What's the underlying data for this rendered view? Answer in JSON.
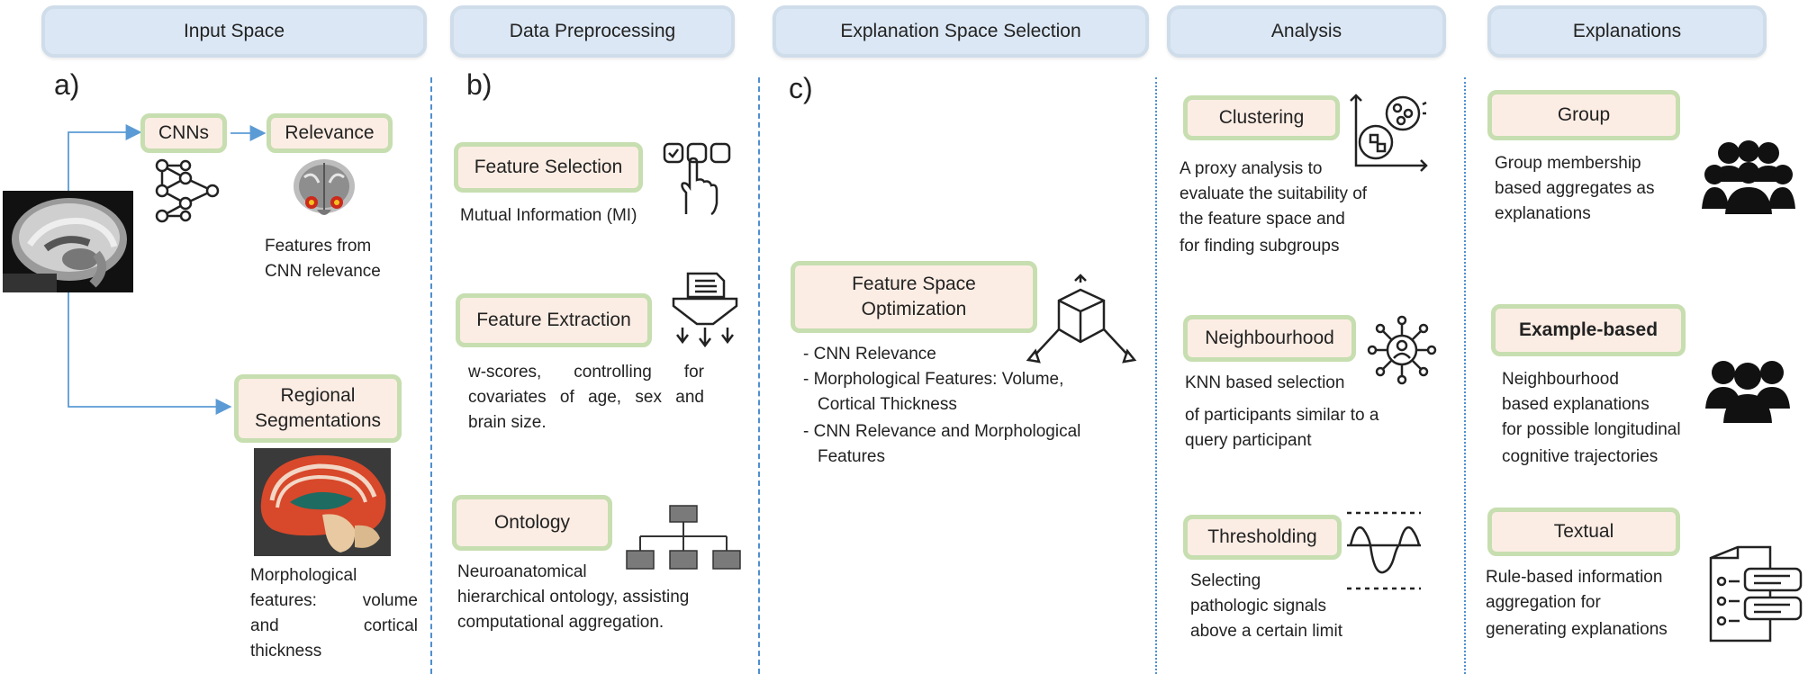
{
  "headers": {
    "input_space": "Input Space",
    "data_preprocessing": "Data Preprocessing",
    "explanation_space_selection": "Explanation Space Selection",
    "analysis": "Analysis",
    "explanations": "Explanations"
  },
  "panel_labels": {
    "a": "a)",
    "b": "b)",
    "c": "c)"
  },
  "input_space": {
    "cnns": "CNNs",
    "relevance": "Relevance",
    "relevance_caption_1": "Features from",
    "relevance_caption_2": "CNN relevance",
    "regional_1": "Regional",
    "regional_2": "Segmentations",
    "morph_1": "Morphological",
    "morph_2a": "features:",
    "morph_2b": "volume",
    "morph_3a": "and",
    "morph_3b": "cortical",
    "morph_4": "thickness"
  },
  "preprocessing": {
    "feature_selection": "Feature Selection",
    "feature_selection_desc": "Mutual Information (MI)",
    "feature_extraction": "Feature Extraction",
    "feature_extraction_desc_1": "w-scores, controlling for",
    "feature_extraction_desc_2": "covariates of age, sex and",
    "feature_extraction_desc_3": "brain size.",
    "ontology": "Ontology",
    "ontology_desc_1": "Neuroanatomical",
    "ontology_desc_2": "hierarchical ontology, assisting",
    "ontology_desc_3": "computational aggregation."
  },
  "explanation_space": {
    "box_1": "Feature Space",
    "box_2": "Optimization",
    "list_1": "- CNN Relevance",
    "list_2": "- Morphological Features: Volume,",
    "list_2b": "Cortical Thickness",
    "list_3": "- CNN Relevance and Morphological",
    "list_3b": "Features"
  },
  "analysis": {
    "clustering": "Clustering",
    "clustering_desc_1": "A proxy analysis to",
    "clustering_desc_2": "evaluate the suitability of",
    "clustering_desc_3": "the feature space and",
    "clustering_desc_4": "for finding subgroups",
    "neighbourhood": "Neighbourhood",
    "neighbourhood_desc_1": "KNN based selection",
    "neighbourhood_desc_2": "of participants similar to a",
    "neighbourhood_desc_3": "query participant",
    "thresholding": "Thresholding",
    "thresholding_desc_1": "Selecting",
    "thresholding_desc_2": "pathologic signals",
    "thresholding_desc_3": "above a certain limit"
  },
  "explanations": {
    "group": "Group",
    "group_desc_1": "Group membership",
    "group_desc_2": "based aggregates as",
    "group_desc_3": "explanations",
    "example": "Example-based",
    "example_desc_1": "Neighbourhood",
    "example_desc_2": "based explanations",
    "example_desc_3": "for possible longitudinal",
    "example_desc_4": "cognitive trajectories",
    "textual": "Textual",
    "textual_desc_1": "Rule-based information",
    "textual_desc_2": "aggregation for",
    "textual_desc_3": "generating explanations"
  },
  "colors": {
    "header_fill": "#dbe7f4",
    "box_fill": "#fcede4",
    "box_border": "#c7deb0",
    "separator": "#4f8fd0",
    "arrow": "#5b9bd5"
  },
  "icons": [
    "neural-network-icon",
    "brain-relevance-image",
    "brain-mri-image",
    "brain-segmentation-image",
    "checkbox-hand-icon",
    "funnel-icon",
    "hierarchy-icon",
    "cube-icon",
    "cluster-chart-icon",
    "network-person-icon",
    "threshold-signal-icon",
    "crowd-icon",
    "group-icon",
    "document-list-icon"
  ]
}
